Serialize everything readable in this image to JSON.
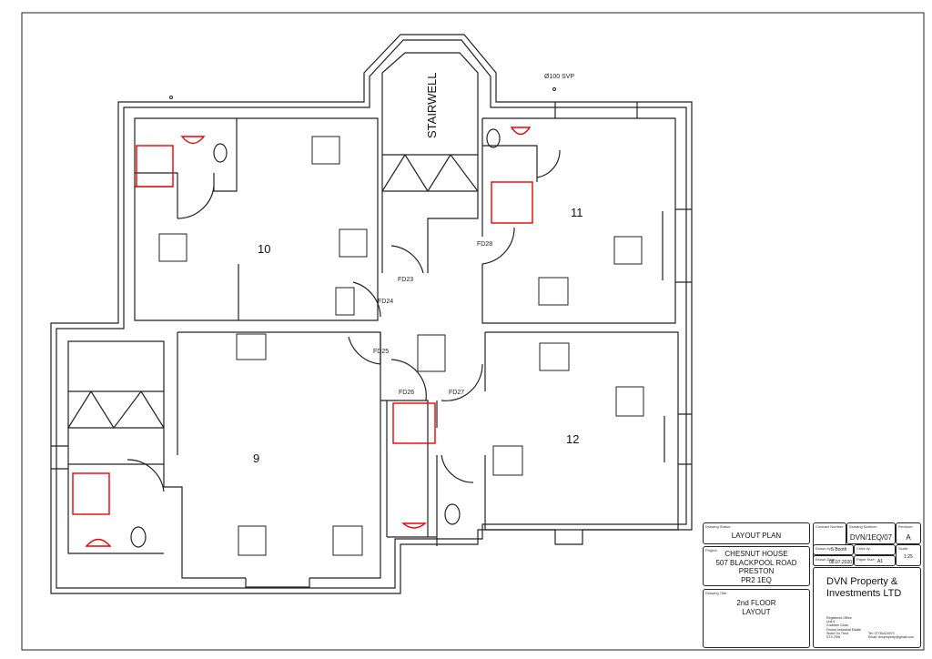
{
  "plan": {
    "rooms": [
      "10",
      "11",
      "12",
      "9"
    ],
    "stairwell": "STAIRWELL",
    "doors": [
      "FD23",
      "FD24",
      "FD25",
      "FD26",
      "FD27",
      "FD28"
    ],
    "svp": "Ø100 SVP"
  },
  "colors": {
    "line": "#222222",
    "sanitary": "#e00000"
  },
  "title_block": {
    "drawing_status_label": "Drawing Status:",
    "drawing_status": "LAYOUT PLAN",
    "project_label": "Project:",
    "project_lines": [
      "CHESNUT HOUSE",
      "507 BLACKPOOL ROAD",
      "PRESTON",
      "PR2 1EQ"
    ],
    "drawing_title_label": "Drawing Title:",
    "drawing_title_lines": [
      "2nd FLOOR",
      "LAYOUT"
    ],
    "contract_number_label": "Contract Number:",
    "drawing_number_label": "Drawing Number:",
    "drawing_number": "DVN/1EQ/07",
    "revision_label": "Revision:",
    "revision": "A",
    "drawn_by_label": "Drawn by:",
    "drawn_by": "S Booth",
    "checked_by_label": "Chkd by:",
    "scale_label": "Scale:",
    "scale": "1:25",
    "drawn_date_label": "Drawn Date:",
    "drawn_date": "08.07.2020",
    "paper_size_label": "Paper Size:",
    "paper_size": "A1",
    "company_lines": [
      "DVN Property &",
      "Investments LTD"
    ],
    "office_lines": [
      "Registered Office",
      "Unit 6",
      "Crabtree Close",
      "Fenton Industrial Estate",
      "Stoke On Trent",
      "ST4 2SW"
    ],
    "contact_lines": [
      "Tel: 07784424973",
      "Email: dvnproperty@gmail.com"
    ]
  }
}
